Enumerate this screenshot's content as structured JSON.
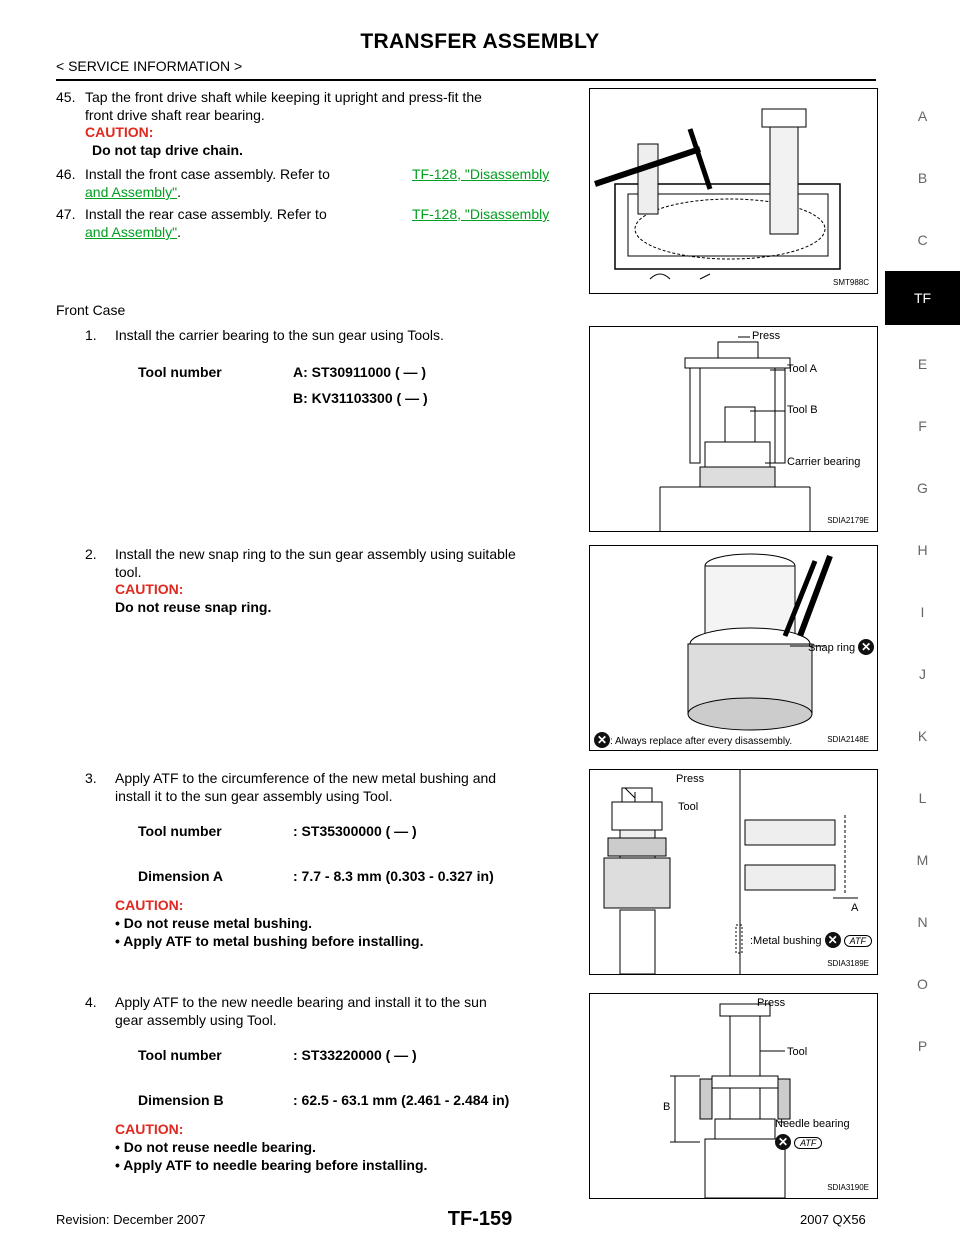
{
  "header": {
    "title": "TRANSFER ASSEMBLY",
    "subtitle": "< SERVICE INFORMATION >"
  },
  "steps_top": {
    "s45": {
      "num": "45.",
      "line1": "Tap the front drive shaft while keeping it upright and press-fit the",
      "line2": "front drive shaft rear bearing.",
      "caution_label": "CAUTION:",
      "caution_text": "Do not tap drive chain."
    },
    "s46": {
      "num": "46.",
      "text": "Install the front case assembly. Refer to",
      "link1": "TF-128, \"Disassembly",
      "link2": "and Assembly\"",
      "end": "."
    },
    "s47": {
      "num": "47.",
      "text": "Install the rear case assembly. Refer to",
      "link1": "TF-128, \"Disassembly",
      "link2": "and Assembly\"",
      "end": "."
    }
  },
  "section_front_case": "Front Case",
  "step1": {
    "num": "1.",
    "text": "Install the carrier bearing to the sun gear using Tools.",
    "tool_label": "Tool number",
    "tool_a": "A: ST30911000 (    —    )",
    "tool_b": "B: KV31103300 (    —    )"
  },
  "step2": {
    "num": "2.",
    "line1": "Install the new snap ring to the sun gear assembly using suitable",
    "line2": "tool.",
    "caution_label": "CAUTION:",
    "caution_text": "Do not reuse snap ring."
  },
  "step3": {
    "num": "3.",
    "line1": "Apply ATF to the circumference of the new metal bushing and",
    "line2": "install it to the sun gear assembly using Tool.",
    "tool_label": "Tool number",
    "tool_value": ": ST35300000 (    —    )",
    "dim_label": "Dimension A",
    "dim_value": ": 7.7 - 8.3 mm (0.303 - 0.327 in)",
    "caution_label": "CAUTION:",
    "caution1": "• Do not reuse metal bushing.",
    "caution2": "• Apply ATF to metal bushing before installing."
  },
  "step4": {
    "num": "4.",
    "line1": "Apply ATF to the new needle bearing and install it to the sun",
    "line2": "gear assembly using Tool.",
    "tool_label": "Tool number",
    "tool_value": ": ST33220000 (    —    )",
    "dim_label": "Dimension B",
    "dim_value": ": 62.5 - 63.1 mm (2.461 - 2.484 in)",
    "caution_label": "CAUTION:",
    "caution1": "• Do not reuse needle bearing.",
    "caution2": "• Apply ATF to needle bearing before installing."
  },
  "figures": {
    "fig1": {
      "code": "SMT988C"
    },
    "fig2": {
      "code": "SDIA2179E",
      "press": "Press",
      "tool_a": "Tool A",
      "tool_b": "Tool B",
      "carrier": "Carrier bearing"
    },
    "fig3": {
      "code": "SDIA2148E",
      "snap": "Snap ring",
      "note": ": Always replace after every disassembly."
    },
    "fig4": {
      "code": "SDIA3189E",
      "press": "Press",
      "tool": "Tool",
      "a": "A",
      "bushing": ":Metal bushing",
      "atf": "ATF"
    },
    "fig5": {
      "code": "SDIA3190E",
      "press": "Press",
      "tool": "Tool",
      "b": "B",
      "needle": "Needle bearing",
      "atf": "ATF"
    }
  },
  "sidebar": {
    "letters": [
      "A",
      "B",
      "C",
      "TF",
      "E",
      "F",
      "G",
      "H",
      "I",
      "J",
      "K",
      "L",
      "M",
      "N",
      "O",
      "P"
    ]
  },
  "footer": {
    "revision": "Revision: December 2007",
    "page": "TF-159",
    "model": "2007 QX56"
  }
}
